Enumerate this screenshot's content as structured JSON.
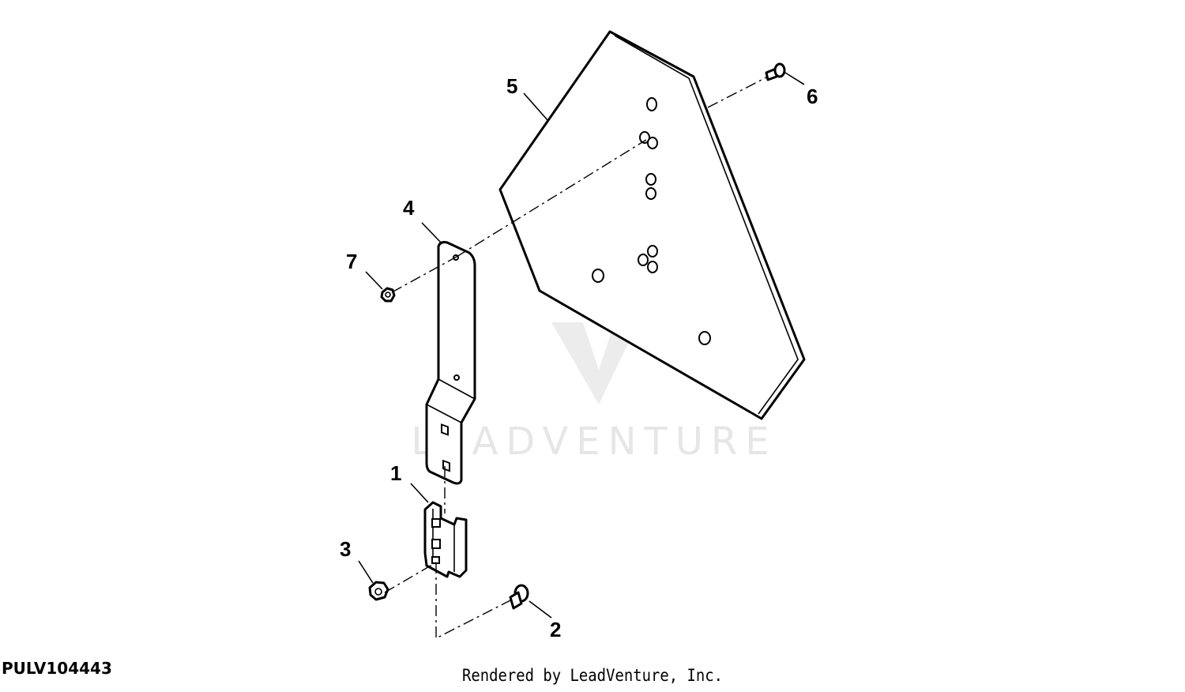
{
  "watermark": {
    "brand": "LEADVENTURE",
    "logo_icon": "leadventure-flame-v-logo"
  },
  "callouts": [
    {
      "id": "1",
      "label": "1"
    },
    {
      "id": "2",
      "label": "2"
    },
    {
      "id": "3",
      "label": "3"
    },
    {
      "id": "4",
      "label": "4"
    },
    {
      "id": "5",
      "label": "5"
    },
    {
      "id": "6",
      "label": "6"
    },
    {
      "id": "7",
      "label": "7"
    }
  ],
  "footer": {
    "drawing_id": "PULV104443",
    "credit": "Rendered by LeadVenture, Inc."
  }
}
